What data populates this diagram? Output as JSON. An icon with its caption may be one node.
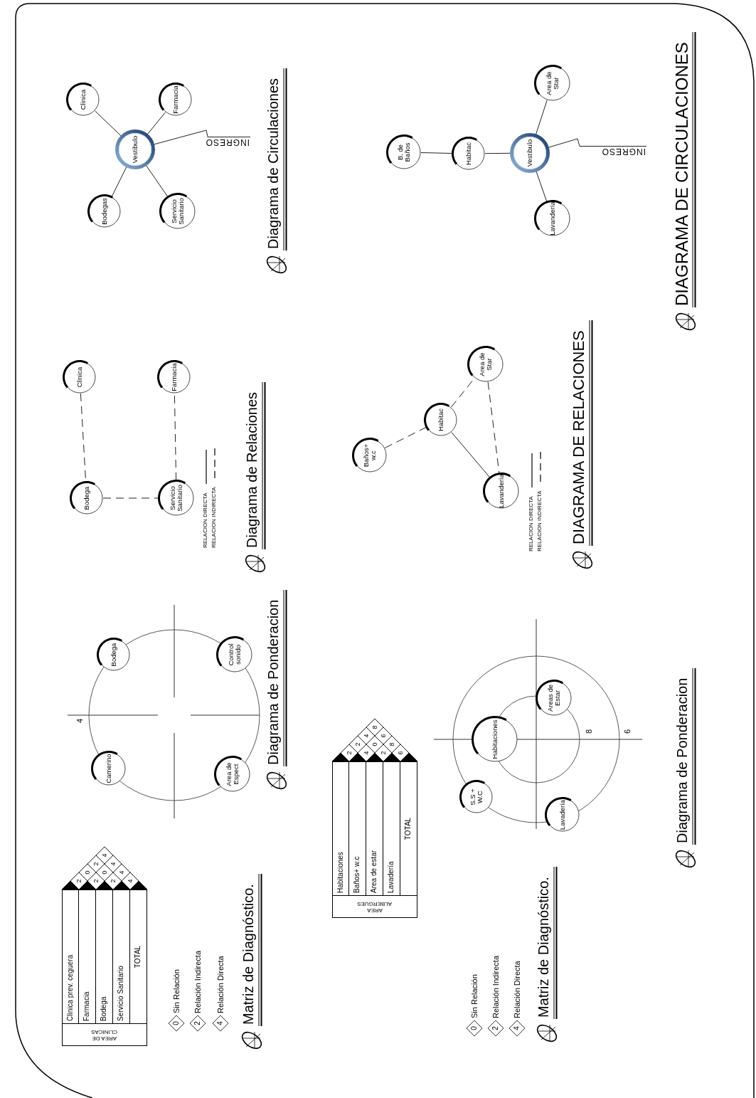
{
  "diagram": {
    "nodes": [
      {
        "text": [
          "Vestibulo"
        ]
      },
      {
        "text": [
          "Clinica"
        ]
      },
      {
        "text": [
          "Farmacia"
        ]
      },
      {
        "text": [
          "Bodegas"
        ]
      },
      {
        "text": [
          "Servicio Sanitario"
        ]
      },
      {
        "text": [
          "INGRESO"
        ]
      },
      {
        "text": [
          "Clinica"
        ]
      },
      {
        "text": [
          "Farmacia"
        ]
      },
      {
        "text": [
          "Bodega"
        ]
      },
      {
        "text": [
          "Servicio Sanitario"
        ]
      },
      {
        "text": [
          "Bodega"
        ]
      },
      {
        "text": [
          "Control sonido"
        ]
      },
      {
        "text": [
          "Camerino"
        ]
      },
      {
        "text": [
          "Area de Espect"
        ]
      },
      {
        "text": [
          "B. de Baños"
        ]
      },
      {
        "text": [
          "Habitac"
        ]
      },
      {
        "text": [
          "Vestibulo"
        ]
      },
      {
        "text": [
          "Area de Star"
        ]
      },
      {
        "text": [
          "Lavandería"
        ]
      },
      {
        "text": [
          "INGRESO"
        ]
      },
      {
        "text": [
          "Baños+ w.c"
        ]
      },
      {
        "text": [
          "Habitac"
        ]
      },
      {
        "text": [
          "Area de Star"
        ]
      },
      {
        "text": [
          "Lavandería"
        ]
      },
      {
        "text": [
          "Habitaciones"
        ]
      },
      {
        "text": [
          "Areas de Estar"
        ]
      },
      {
        "text": [
          "S.S + W.C"
        ]
      },
      {
        "text": [
          "Lavadería"
        ]
      }
    ],
    "edges": [
      {
        "from": 0,
        "to": 1,
        "arrow": "none"
      },
      {
        "from": 0,
        "to": 2,
        "arrow": "none"
      },
      {
        "from": 0,
        "to": 3,
        "arrow": "none"
      },
      {
        "from": 0,
        "to": 4,
        "arrow": "none"
      },
      {
        "from": 5,
        "to": 0,
        "arrow": "none"
      },
      {
        "from": 6,
        "to": 8,
        "arrow": "none",
        "style": "dashed"
      },
      {
        "from": 8,
        "to": 9,
        "arrow": "none",
        "style": "dashed"
      },
      {
        "from": 9,
        "to": 7,
        "arrow": "none",
        "style": "dashed"
      },
      {
        "from": 14,
        "to": 15,
        "arrow": "none"
      },
      {
        "from": 15,
        "to": 16,
        "arrow": "none"
      },
      {
        "from": 16,
        "to": 17,
        "arrow": "none"
      },
      {
        "from": 16,
        "to": 18,
        "arrow": "none"
      },
      {
        "from": 19,
        "to": 16,
        "arrow": "none"
      },
      {
        "from": 20,
        "to": 21,
        "arrow": "none",
        "style": "dashed"
      },
      {
        "from": 21,
        "to": 22,
        "arrow": "none",
        "style": "dashed"
      },
      {
        "from": 21,
        "to": 23,
        "arrow": "none"
      },
      {
        "from": 22,
        "to": 23,
        "arrow": "none",
        "style": "dashed"
      }
    ],
    "labels": [
      "AREA DE CLINICAS",
      "Clinica prev. ceguera",
      "Farmacia",
      "Bodega",
      "Servicio Sanitario",
      "TOTAL",
      "2",
      "2",
      "2",
      "4",
      "0",
      "0",
      "4",
      "2",
      "4",
      "4",
      "0",
      "Sin Relación",
      "2",
      "Relación Indirecta",
      "4",
      "Relación Directa",
      "Matriz de Diagnóstico.",
      "4",
      "Diagrama de Ponderacion",
      "Diagrama de Relaciones",
      "Diagrama de Circulaciones",
      "AREA ALBERGUES",
      "Habitaciones",
      "Baños+ w.c",
      "Area de estar",
      "Lavadería",
      "TOTAL",
      "2",
      "4",
      "2",
      "6",
      "2",
      "0",
      "8",
      "4",
      "6",
      "8",
      "0",
      "Sin Relación",
      "2",
      "Relación Indirecta",
      "4",
      "Relación Directa",
      "Matriz de Diagnóstico.",
      "8",
      "6",
      "Diagrama de Ponderacion",
      "DIAGRAMA DE RELACIONES",
      "DIAGRAMA DE CIRCULACIONES"
    ],
    "legend": [
      {
        "text": "RELACION DIRECTA"
      },
      {
        "text": "RELACION INDIRECTA"
      },
      {
        "text": "RELACION DIRECTA"
      },
      {
        "text": "RELACION INDIRECTA"
      }
    ]
  }
}
